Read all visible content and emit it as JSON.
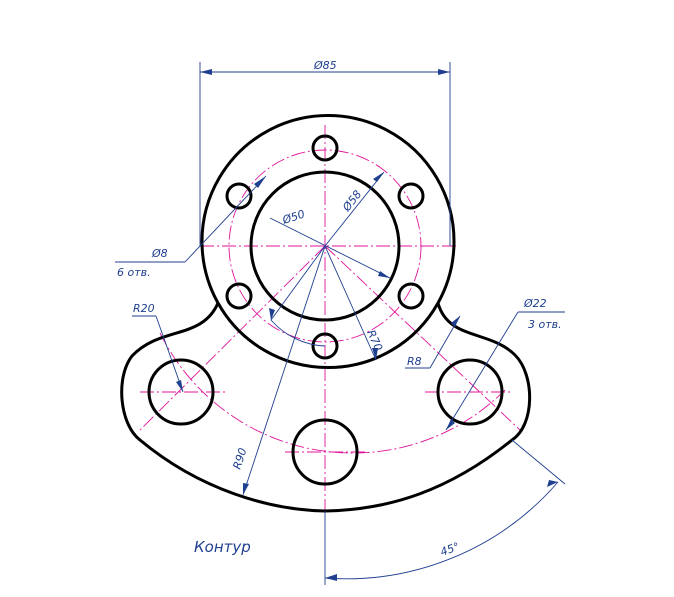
{
  "dimensions": {
    "outer_diameter": "Ø85",
    "inner_diameter": "Ø50",
    "pcd_holes": "Ø58",
    "hole_small": "Ø8",
    "hole_small_count": "6 отв.",
    "hole_large": "Ø22",
    "hole_large_count": "3 отв.",
    "radius_lobe": "R20",
    "radius_pcd_large": "R70",
    "radius_outer": "R90",
    "radius_fillet": "R8",
    "angle": "45°"
  },
  "caption": "Контур",
  "colors": {
    "outline": "#000000",
    "centerline": "#e0149b",
    "dimension": "#1f3f8f"
  }
}
